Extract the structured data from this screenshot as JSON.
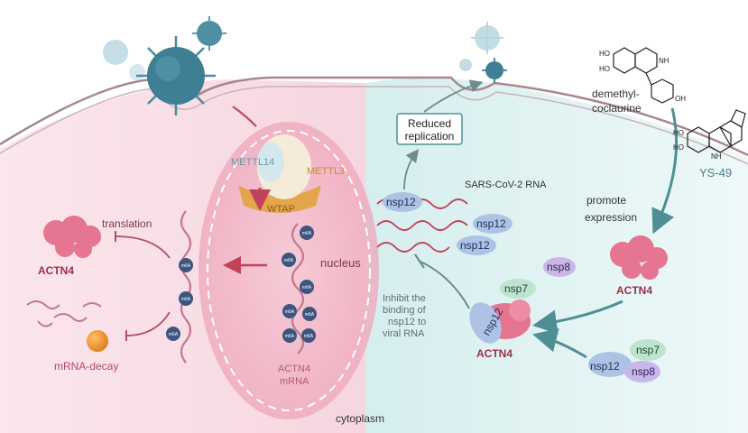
{
  "labels": {
    "reduced_replication_line1": "Reduced",
    "reduced_replication_line2": "replication",
    "sars_rna": "SARS-CoV-2 RNA",
    "mettl14": "METTL14",
    "mettl3": "METTL3",
    "wtap": "WTAP",
    "nucleus": "nucleus",
    "translation": "translation",
    "actn4": "ACTN4",
    "mrna_decay": "mRNA-decay",
    "actn4_mrna_line1": "ACTN4",
    "actn4_mrna_line2": "mRNA",
    "cytoplasm": "cytoplasm",
    "demethyl_line1": "demethyl-",
    "demethyl_line2": "coclaurine",
    "ys49": "YS-49",
    "promote_line1": "promote",
    "promote_line2": "expression",
    "inhibit_line1": "Inhibit the",
    "inhibit_line2": "binding of",
    "inhibit_line3": "nsp12 to",
    "inhibit_line4": "viral RNA",
    "nsp12": "nsp12",
    "nsp7": "nsp7",
    "nsp8": "nsp8",
    "m6a": "m6A",
    "oh": "OH",
    "ho": "HO",
    "nh": "NH"
  },
  "colors": {
    "left_bg": "#f7dce4",
    "right_bg": "#ddf0f0",
    "membrane": "#b08a94",
    "nucleus_fill": "#f2b8c8",
    "arrow_red": "#c2415a",
    "arrow_teal": "#4f8f94",
    "virus": "#3e7f94",
    "actn4_pink": "#e57590",
    "nsp_blue": "#8ca7d6",
    "nsp_green": "#8fc7a8",
    "nsp_purple": "#a58ed6",
    "m6a_blue": "#3d5680",
    "ys49_text": "#4a7f86"
  }
}
